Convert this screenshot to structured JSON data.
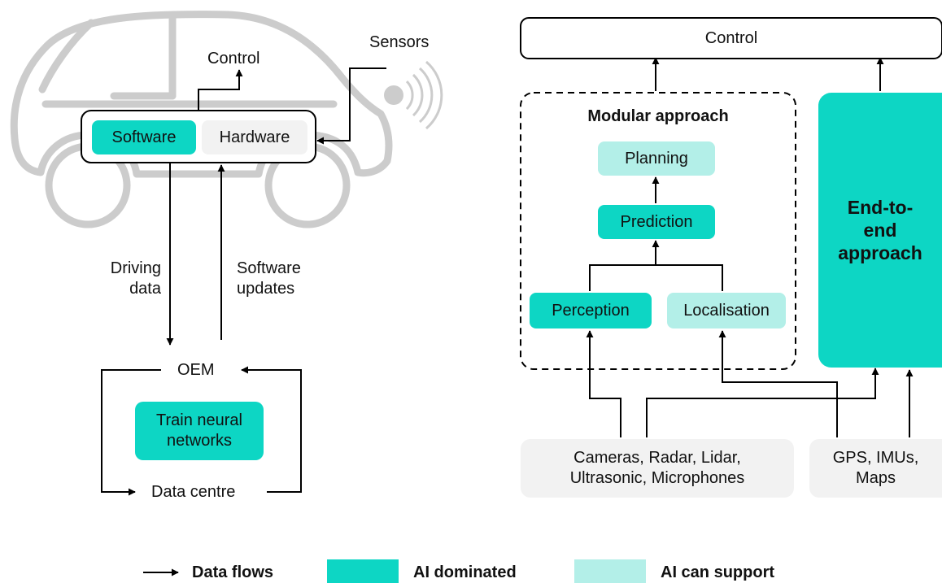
{
  "left": {
    "sensors_label": "Sensors",
    "control_label": "Control",
    "software_label": "Software",
    "hardware_label": "Hardware",
    "driving_data_label": "Driving\ndata",
    "software_updates_label": "Software\nupdates",
    "oem_label": "OEM",
    "train_label": "Train neural\nnetworks",
    "data_centre_label": "Data centre"
  },
  "right": {
    "control_label": "Control",
    "modular_title": "Modular approach",
    "planning_label": "Planning",
    "prediction_label": "Prediction",
    "perception_label": "Perception",
    "localisation_label": "Localisation",
    "end_to_end_label": "End-to-\nend\napproach",
    "cameras_label": "Cameras, Radar, Lidar,\nUltrasonic, Microphones",
    "gps_label": "GPS, IMUs,\nMaps"
  },
  "legend": {
    "data_flows": "Data flows",
    "ai_dominated": "AI dominated",
    "ai_can_support": "AI can support"
  },
  "colors": {
    "ai_dominated": "#0dd6c4",
    "ai_can_support": "#b3efe8",
    "input_box": "#f2f2f2",
    "car_outline": "#cccccc"
  }
}
